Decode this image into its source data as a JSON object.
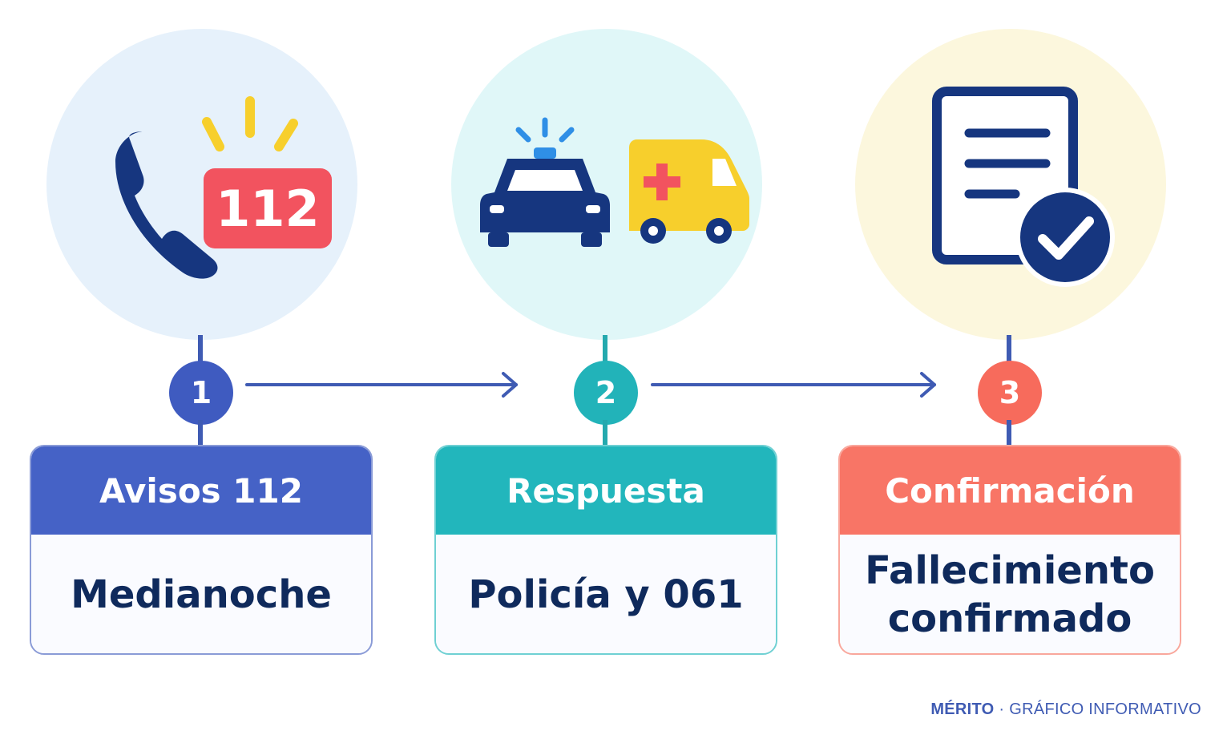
{
  "steps": [
    {
      "number": "1",
      "title": "Avisos 112",
      "detail": "Medianoche",
      "icon": "phone-112-icon",
      "icon_badge_text": "112"
    },
    {
      "number": "2",
      "title": "Respuesta",
      "detail": "Policía y 061",
      "icon": "police-ambulance-icon"
    },
    {
      "number": "3",
      "title": "Confirmación",
      "detail": "Fallecimiento confirmado",
      "icon": "document-check-icon"
    }
  ],
  "footer": {
    "brand": "MÉRITO",
    "separator": " · ",
    "tagline": "GRÁFICO INFORMATIVO"
  },
  "colors": {
    "step1_accent": "#4562c6",
    "step2_accent": "#22b6bc",
    "step3_accent": "#f87566",
    "navy": "#0f2a5c",
    "yellow": "#f7cf2c",
    "red_badge": "#f2535f"
  }
}
